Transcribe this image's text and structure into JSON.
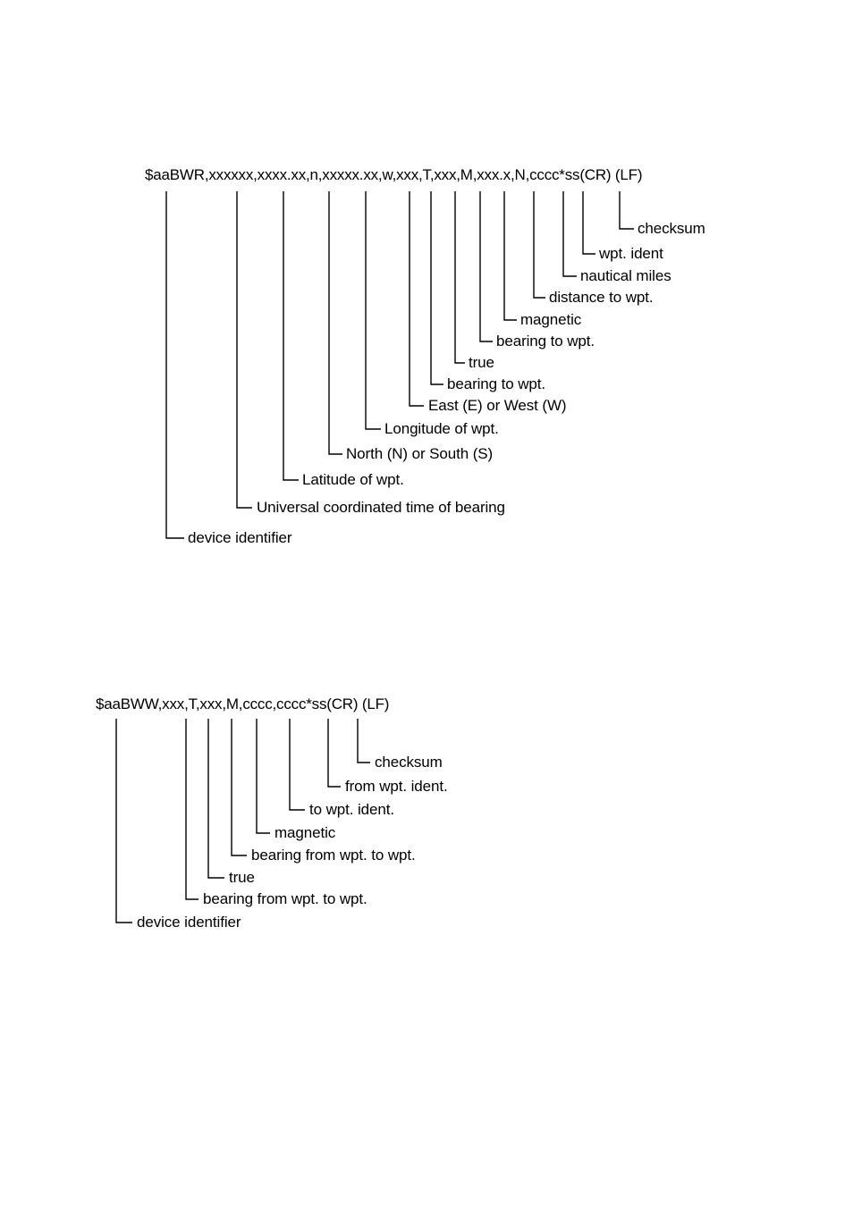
{
  "bwr": {
    "sentence": "$aaBWR,xxxxxx,xxxx.xx,n,xxxxx.xx,w,xxx,T,xxx,M,xxx.x,N,cccc*ss(CR) (LF)",
    "fields": [
      "checksum",
      "wpt. ident",
      "nautical miles",
      "distance to wpt.",
      "magnetic",
      "bearing to wpt.",
      "true",
      "bearing to wpt.",
      "East (E) or West (W)",
      "Longitude of wpt.",
      "North (N) or South (S)",
      "Latitude of wpt.",
      "Universal coordinated time of bearing",
      "device identifier"
    ]
  },
  "bww": {
    "sentence": "$aaBWW,xxx,T,xxx,M,cccc,cccc*ss(CR) (LF)",
    "fields": [
      "checksum",
      "from wpt. ident.",
      "to wpt. ident.",
      "magnetic",
      "bearing from wpt. to wpt.",
      "true",
      "bearing from wpt. to wpt.",
      "device identifier"
    ]
  }
}
